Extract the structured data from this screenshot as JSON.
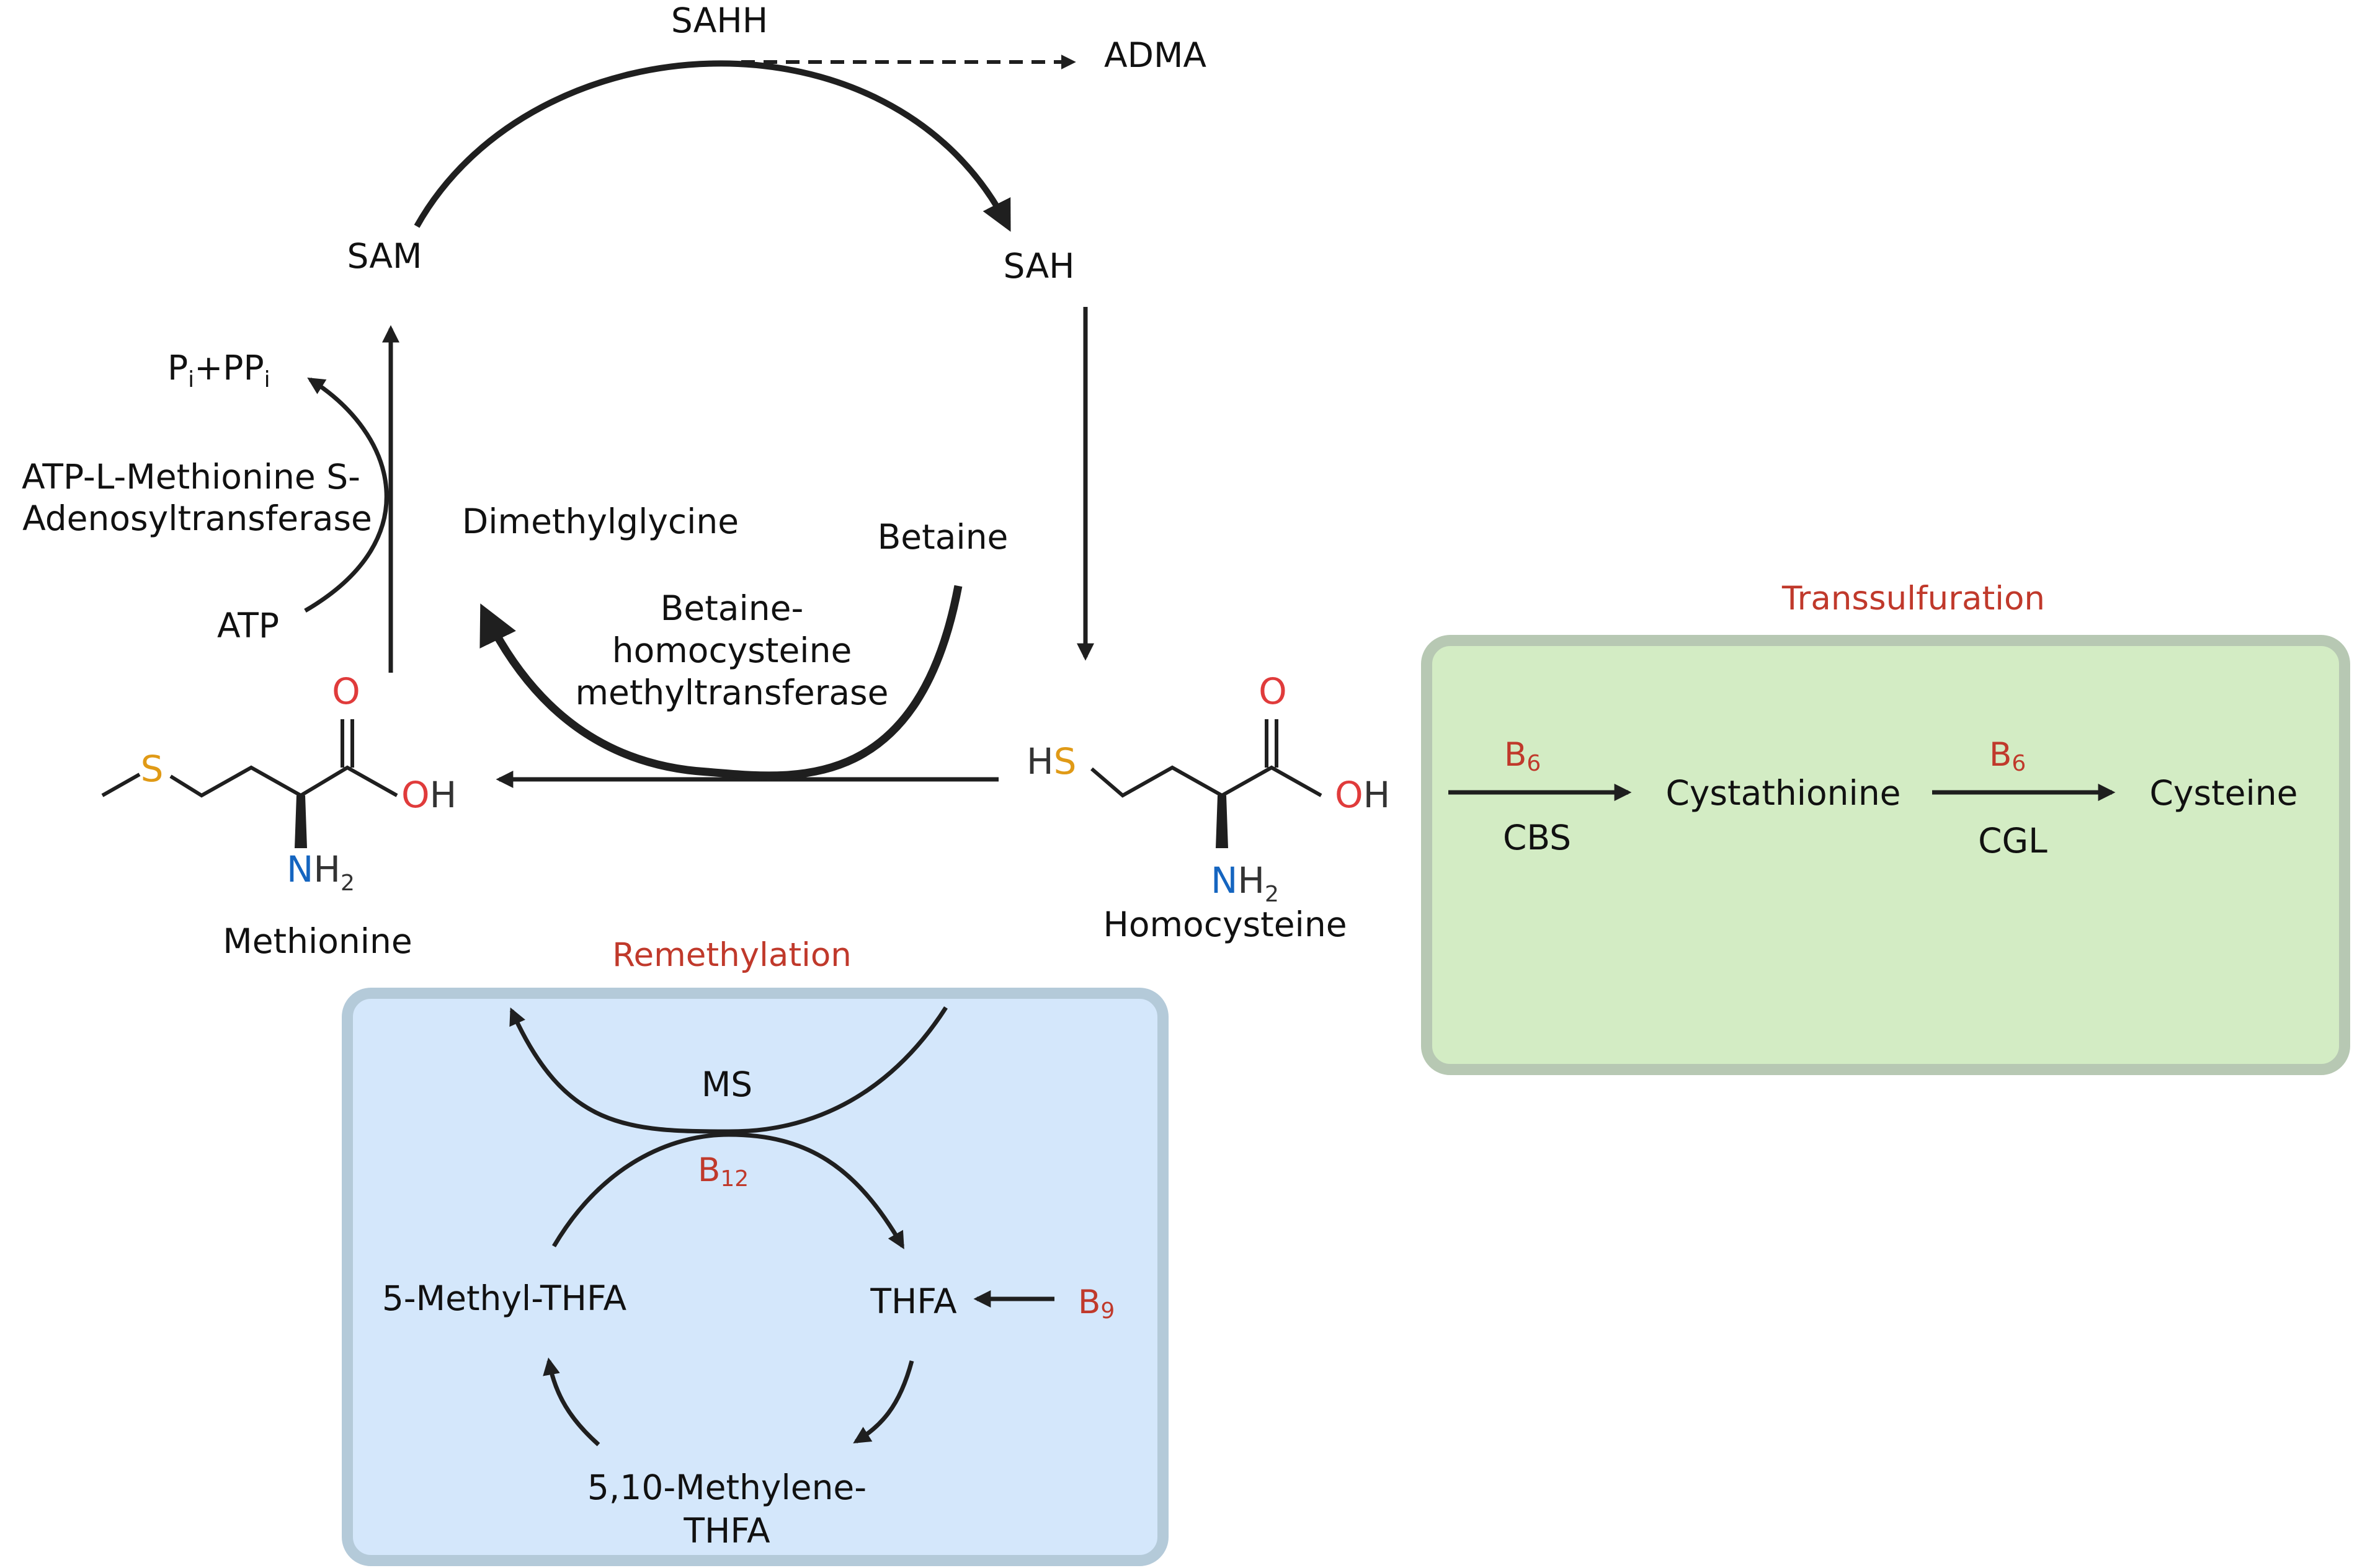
{
  "colors": {
    "ink": "#1f1f1f",
    "vitamin_red": "#c0392b",
    "oxygen_red": "#e03b3b",
    "nitrogen_blue": "#1565c0",
    "sulfur_orange": "#e09a16",
    "remethylation_fill": "#d4e7fb",
    "remethylation_border": "#b4cad9",
    "transsulfuration_fill": "#d3ecc4",
    "transsulfuration_border": "#b7c8b3"
  },
  "labels": {
    "sahh": "SAHH",
    "adma": "ADMA",
    "sam": "SAM",
    "sah": "SAH",
    "pi_ppi": {
      "p1": "P",
      "i1": "i",
      "plus": "+PP",
      "i2": "i"
    },
    "mat_line1": "ATP-L-Methionine S-",
    "mat_line2": "Adenosyltransferase",
    "atp": "ATP",
    "dimethylglycine": "Dimethylglycine",
    "betaine": "Betaine",
    "bhmt_line1": "Betaine-",
    "bhmt_line2": "homocysteine",
    "bhmt_line3": "methyltransferase",
    "methionine": "Methionine",
    "homocysteine": "Homocysteine"
  },
  "atoms": {
    "s": "S",
    "o": "O",
    "oh_o": "O",
    "oh_h": "H",
    "n": "N",
    "h": "H",
    "sub2": "2",
    "hs_h": "H"
  },
  "remethylation": {
    "title": "Remethylation",
    "ms": "MS",
    "b12": {
      "letter": "B",
      "sub": "12"
    },
    "methyl_thfa": "5-Methyl-THFA",
    "thfa": "THFA",
    "b9": {
      "letter": "B",
      "sub": "9"
    },
    "methylene_line1": "5,10-Methylene-",
    "methylene_line2": "THFA"
  },
  "transsulfuration": {
    "title": "Transsulfuration",
    "b6_first": {
      "letter": "B",
      "sub": "6"
    },
    "cbs": "CBS",
    "cystathionine": "Cystathionine",
    "b6_second": {
      "letter": "B",
      "sub": "6"
    },
    "cgl": "CGL",
    "cysteine": "Cysteine"
  }
}
